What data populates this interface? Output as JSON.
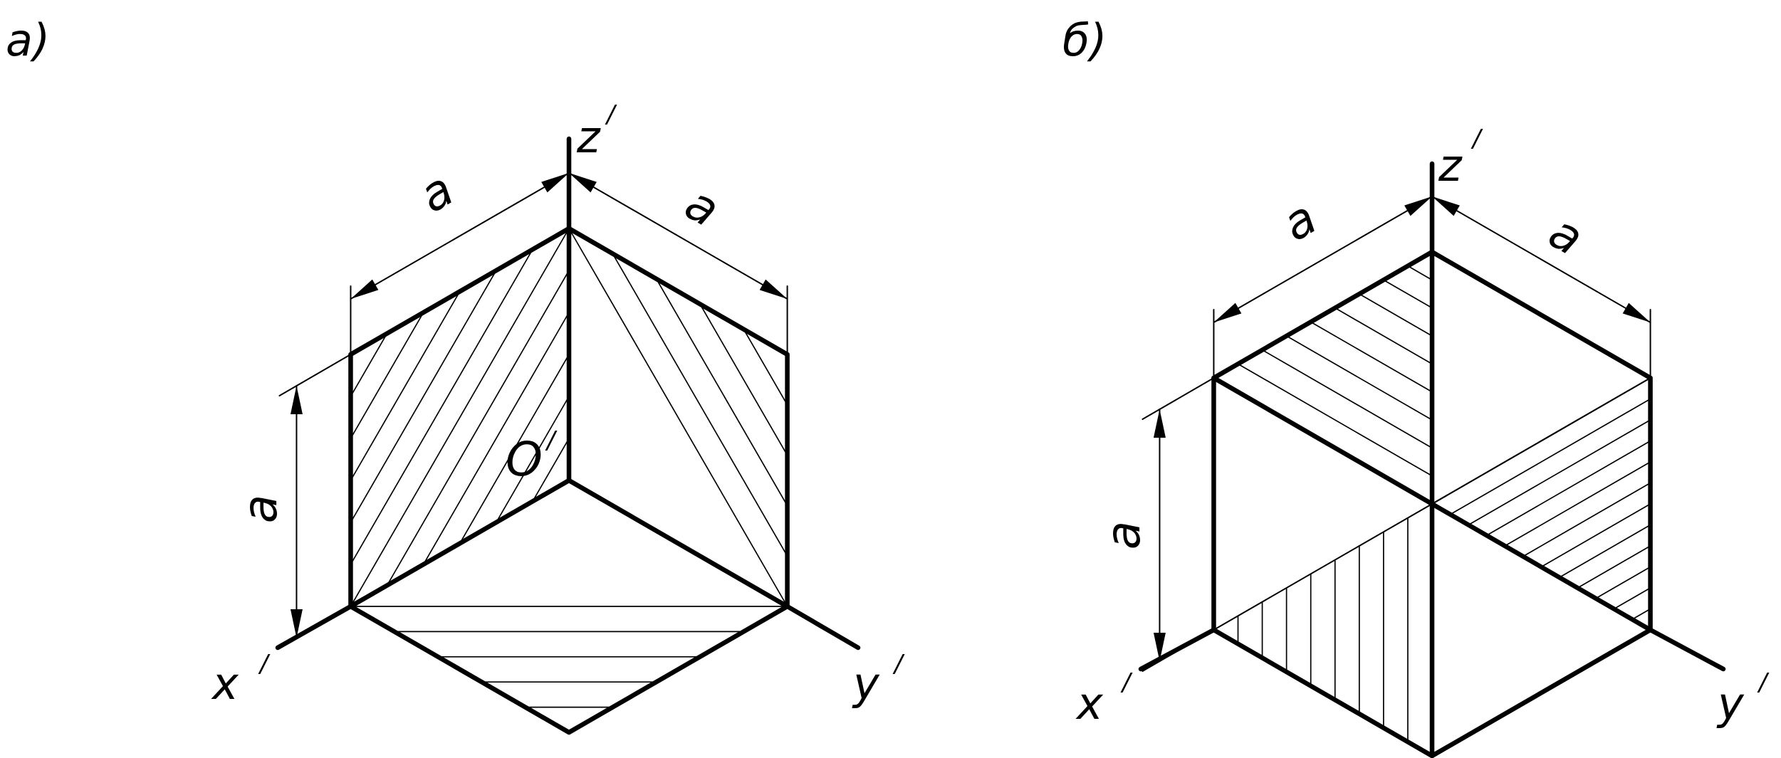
{
  "figures": [
    {
      "id": "a",
      "caption": "а)",
      "axis_x": "x",
      "axis_y": "y",
      "axis_z": "z",
      "origin": "O",
      "prime": "/",
      "dim_left": "a",
      "dim_right": "a",
      "dim_vertical": "a"
    },
    {
      "id": "b",
      "caption": "б)",
      "axis_x": "x",
      "axis_y": "y",
      "axis_z": "z",
      "prime": "/",
      "dim_left": "a",
      "dim_right": "a",
      "dim_vertical": "a"
    }
  ]
}
